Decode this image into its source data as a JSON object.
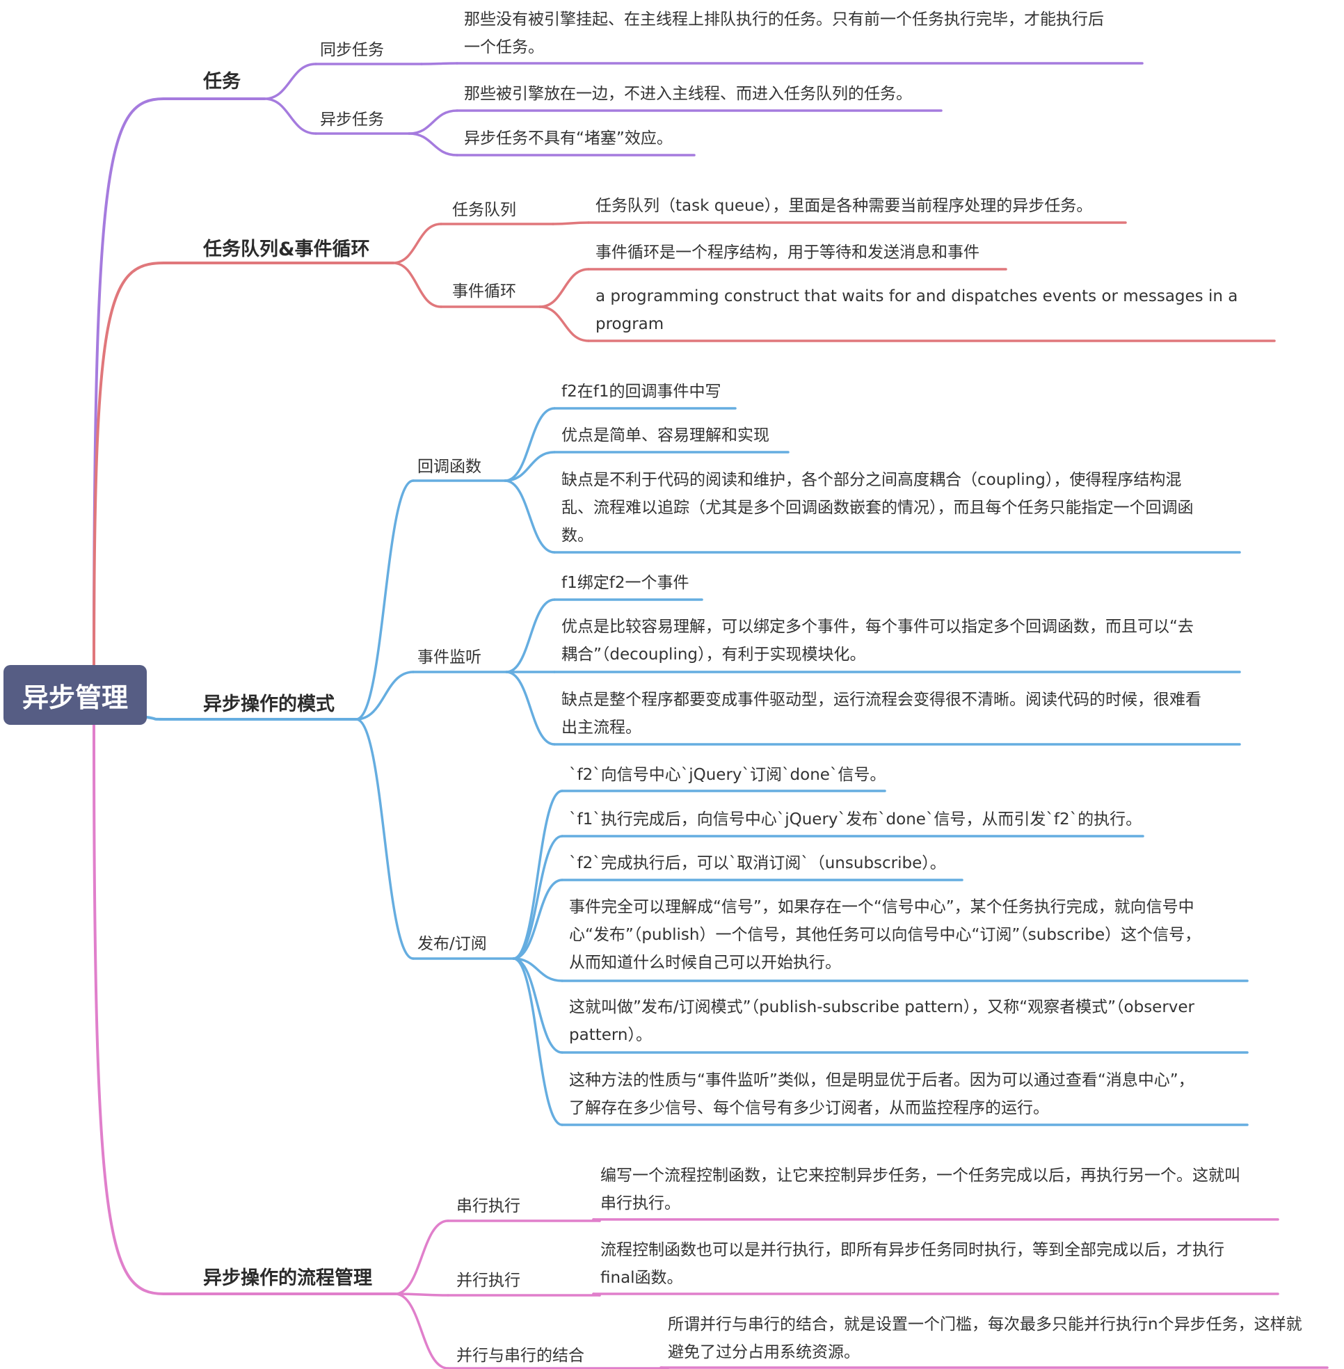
{
  "root": {
    "label": "异步管理"
  },
  "colors": {
    "purple": "#a57bde",
    "red": "#e0777b",
    "blue": "#65ade0",
    "pink": "#e07fcb",
    "root_bg": "#565d84"
  },
  "branches": [
    {
      "label": "任务",
      "children": [
        {
          "label": "同步任务",
          "leaves": [
            "那些没有被引擎挂起、在主线程上排队执行的任务。只有前一个任务执行完毕，才能执行后\n一个任务。"
          ]
        },
        {
          "label": "异步任务",
          "leaves": [
            "那些被引擎放在一边，不进入主线程、而进入任务队列的任务。",
            "异步任务不具有“堵塞”效应。"
          ]
        }
      ]
    },
    {
      "label": "任务队列&事件循环",
      "children": [
        {
          "label": "任务队列",
          "leaves": [
            "任务队列（task queue），里面是各种需要当前程序处理的异步任务。"
          ]
        },
        {
          "label": "事件循环",
          "leaves": [
            "事件循环是一个程序结构，用于等待和发送消息和事件",
            "a programming construct that waits for and dispatches events or messages in a\nprogram"
          ]
        }
      ]
    },
    {
      "label": "异步操作的模式",
      "children": [
        {
          "label": "回调函数",
          "leaves": [
            "f2在f1的回调事件中写",
            "优点是简单、容易理解和实现",
            "缺点是不利于代码的阅读和维护，各个部分之间高度耦合（coupling），使得程序结构混\n乱、流程难以追踪（尤其是多个回调函数嵌套的情况），而且每个任务只能指定一个回调函\n数。"
          ]
        },
        {
          "label": "事件监听",
          "leaves": [
            "f1绑定f2一个事件",
            "优点是比较容易理解，可以绑定多个事件，每个事件可以指定多个回调函数，而且可以“去\n耦合”（decoupling），有利于实现模块化。",
            "缺点是整个程序都要变成事件驱动型，运行流程会变得很不清晰。阅读代码的时候，很难看\n出主流程。"
          ]
        },
        {
          "label": "发布/订阅",
          "leaves": [
            "`f2`向信号中心`jQuery`订阅`done`信号。",
            "`f1`执行完成后，向信号中心`jQuery`发布`done`信号，从而引发`f2`的执行。",
            "`f2`完成执行后，可以`取消订阅`（unsubscribe）。",
            "事件完全可以理解成“信号”，如果存在一个“信号中心”，某个任务执行完成，就向信号中\n心“发布”（publish）一个信号，其他任务可以向信号中心“订阅”（subscribe）这个信号，\n从而知道什么时候自己可以开始执行。",
            "这就叫做”发布/订阅模式”（publish-subscribe pattern），又称“观察者模式”（observer\npattern）。",
            "这种方法的性质与“事件监听”类似，但是明显优于后者。因为可以通过查看“消息中心”，\n了解存在多少信号、每个信号有多少订阅者，从而监控程序的运行。"
          ]
        }
      ]
    },
    {
      "label": "异步操作的流程管理",
      "children": [
        {
          "label": "串行执行",
          "leaves": [
            "编写一个流程控制函数，让它来控制异步任务，一个任务完成以后，再执行另一个。这就叫\n串行执行。"
          ]
        },
        {
          "label": "并行执行",
          "leaves": [
            "流程控制函数也可以是并行执行，即所有异步任务同时执行，等到全部完成以后，才执行\nfinal函数。"
          ]
        },
        {
          "label": "并行与串行的结合",
          "leaves": [
            "所谓并行与串行的结合，就是设置一个门槛，每次最多只能并行执行n个异步任务，这样就\n避免了过分占用系统资源。"
          ]
        }
      ]
    }
  ]
}
